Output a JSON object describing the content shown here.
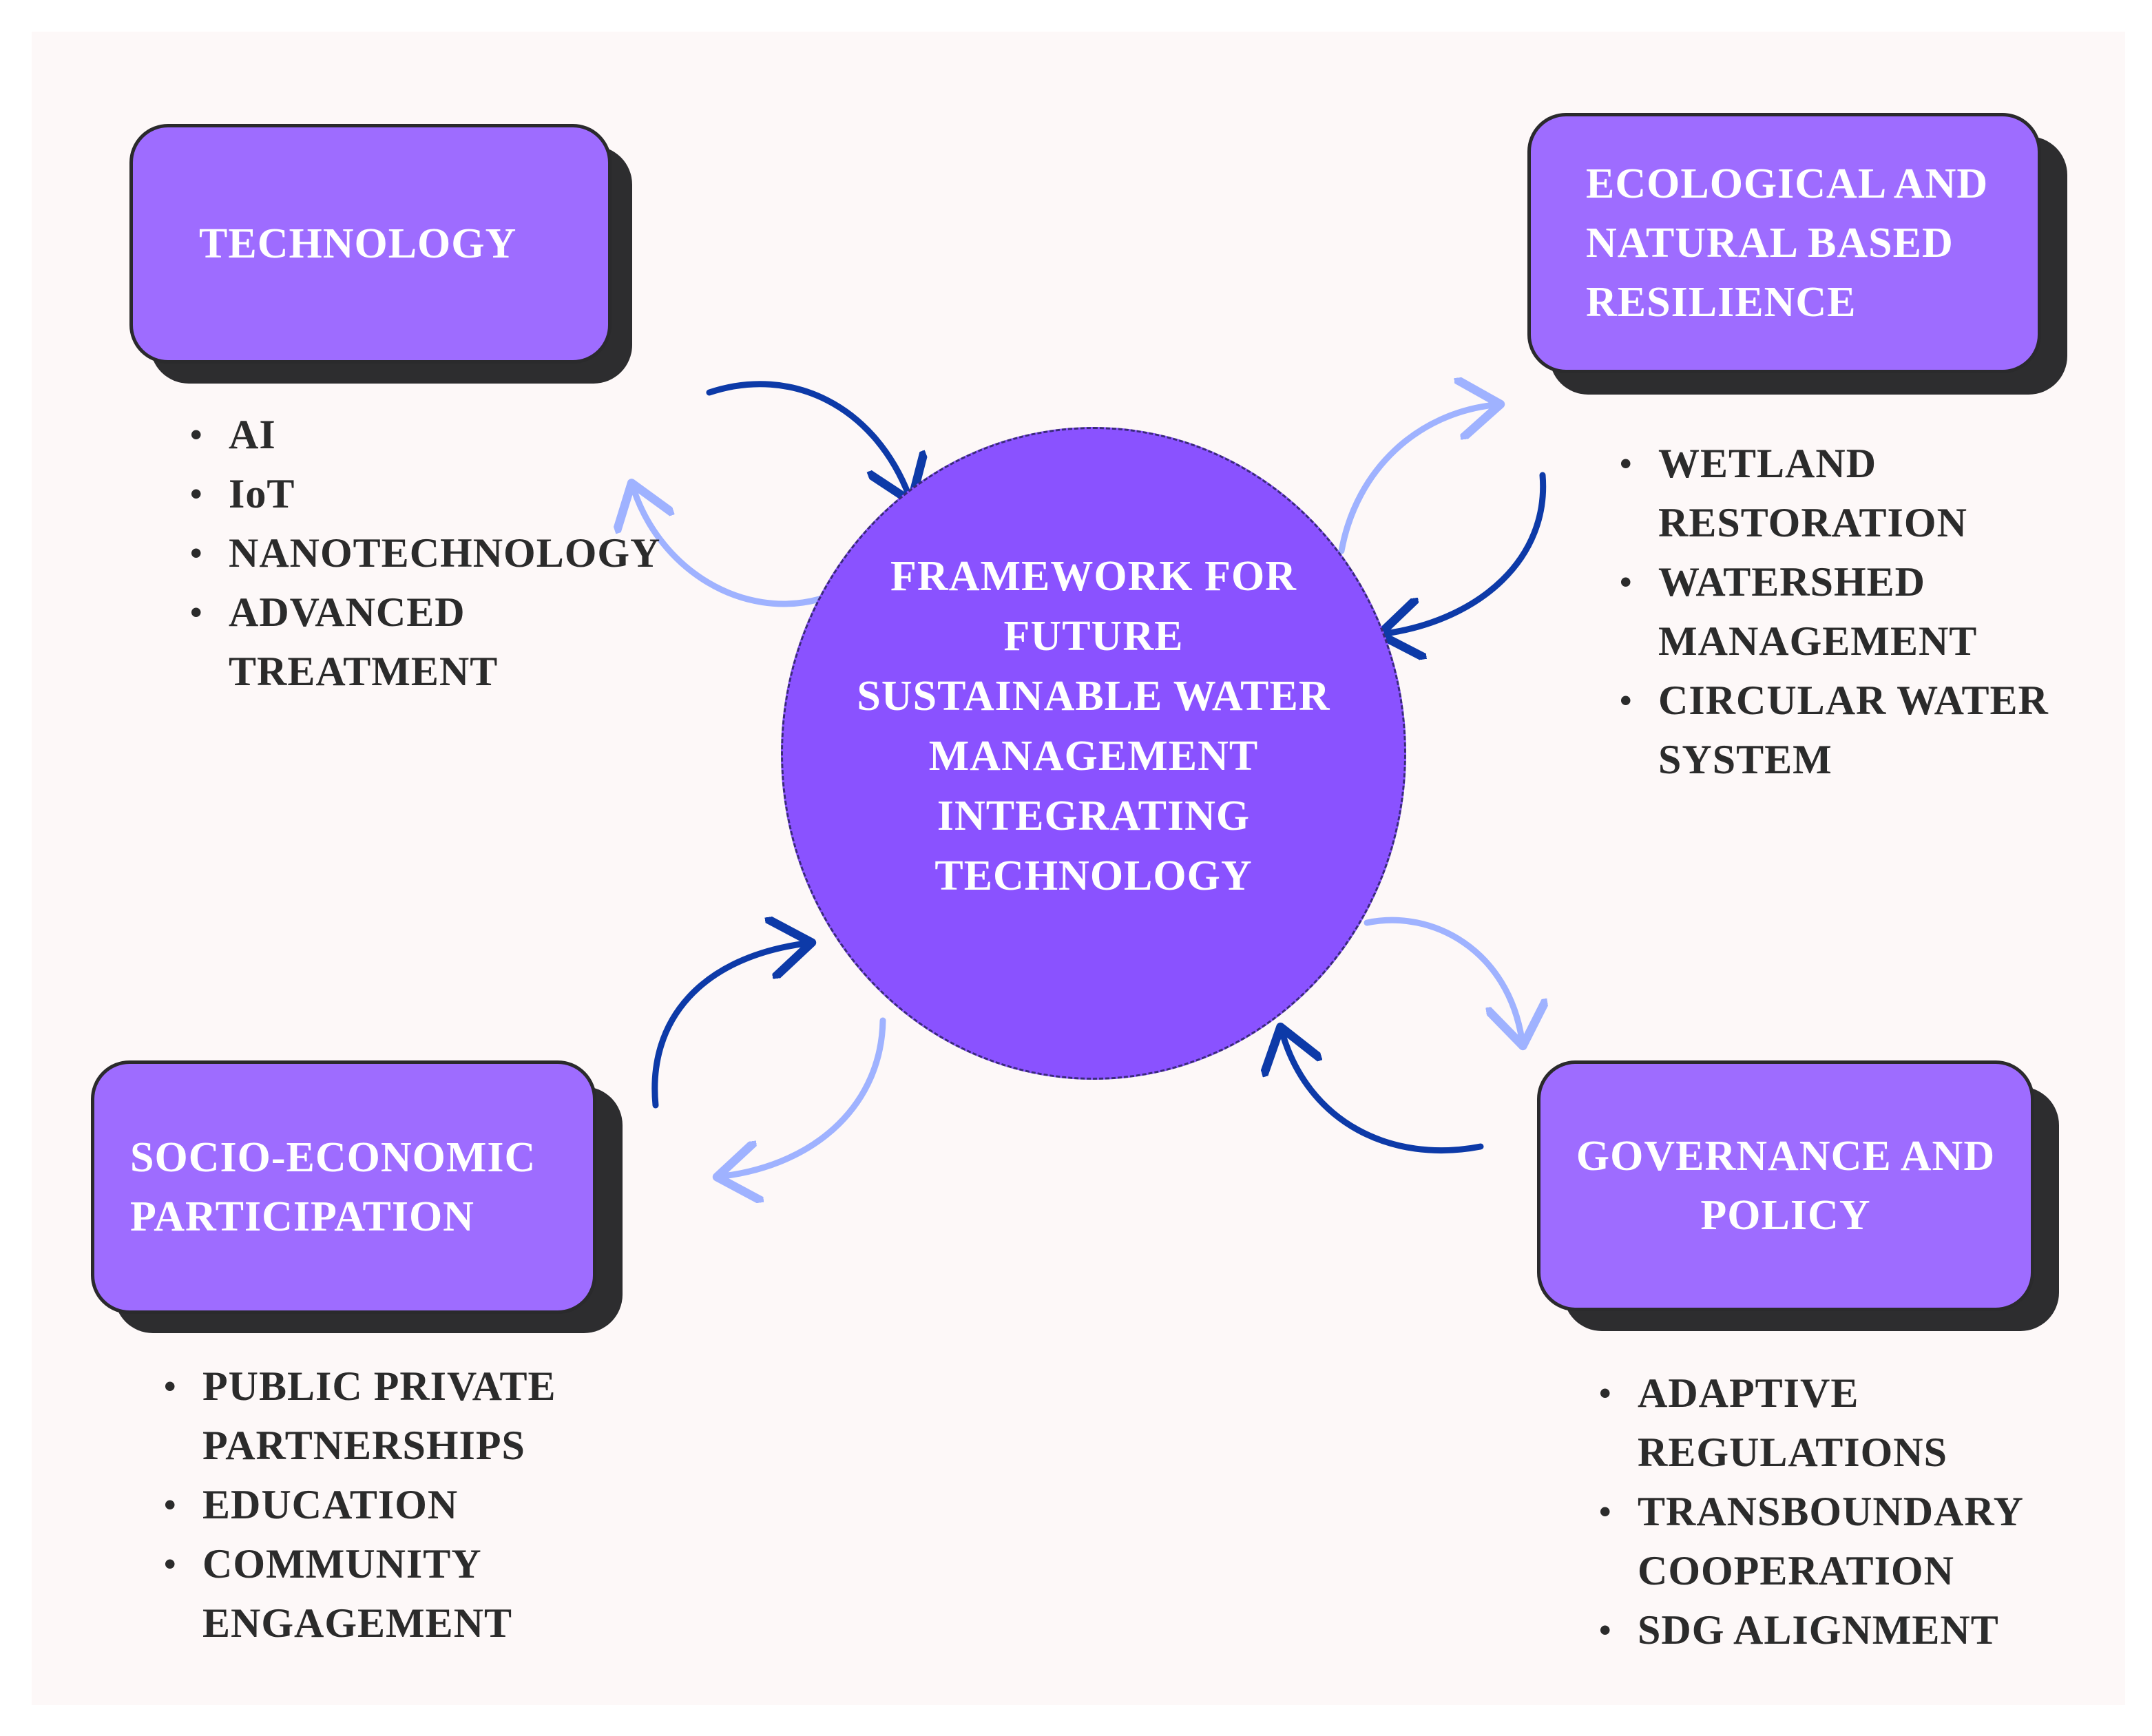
{
  "colors": {
    "card_fill": "#9e6cff",
    "card_shadow": "#2d2d2f",
    "hub_fill": "#8a52ff",
    "arrow_dark": "#0d3aa8",
    "arrow_light": "#9fb2ff",
    "text_dark": "#2b2b2b"
  },
  "hub": {
    "title": "FRAMEWORK FOR\nFUTURE\nSUSTAINABLE WATER\nMANAGEMENT\nINTEGRATING\nTECHNOLOGY"
  },
  "technology": {
    "title": "TECHNOLOGY",
    "items": [
      "AI",
      "IoT",
      "NANOTECHNOLOGY",
      "ADVANCED\nTREATMENT"
    ]
  },
  "ecological": {
    "title": "ECOLOGICAL AND\nNATURAL BASED\nRESILIENCE",
    "items": [
      "WETLAND\nRESTORATION",
      "WATERSHED\nMANAGEMENT",
      "CIRCULAR WATER\nSYSTEM"
    ]
  },
  "socio": {
    "title": "SOCIO-ECONOMIC\nPARTICIPATION",
    "items": [
      "PUBLIC PRIVATE\nPARTNERSHIPS",
      "EDUCATION",
      "COMMUNITY\nENGAGEMENT"
    ]
  },
  "governance": {
    "title": "GOVERNANCE AND\nPOLICY",
    "items": [
      "ADAPTIVE\nREGULATIONS",
      "TRANSBOUNDARY\nCOOPERATION",
      "SDG ALIGNMENT"
    ]
  }
}
